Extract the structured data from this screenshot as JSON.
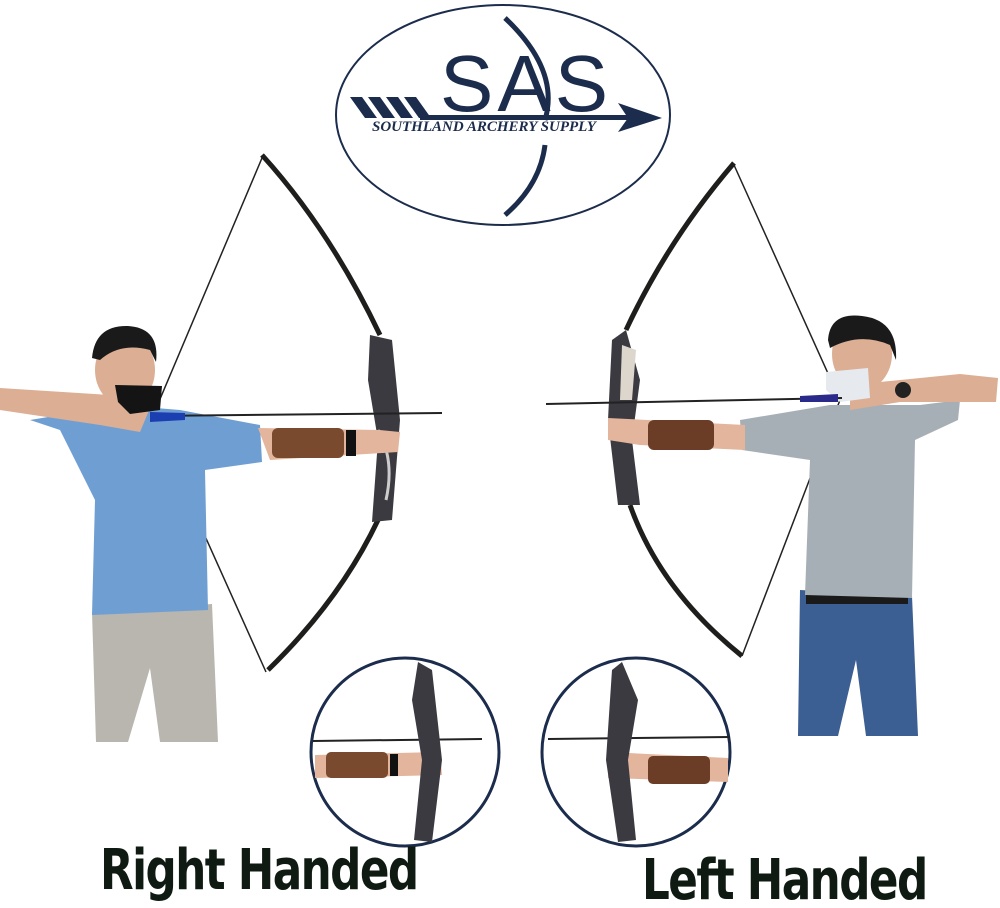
{
  "logo": {
    "monogram": "SAS",
    "company_name": "SOUTHLAND ARCHERY SUPPLY",
    "color": "#1c2c4c",
    "shape": "oval",
    "icon": "bow-and-arrow-icon"
  },
  "panels": [
    {
      "id": "right",
      "label": "Right Handed",
      "description": "Archer in blue shirt and gray pants drawing recurve bow, bow held in left hand",
      "shirt_color": "#6f9fd2",
      "pants_color": "#b8b6ae",
      "mask_color": "#141414",
      "arrow_fletching_color": "#1b3fb0",
      "detail_inset": "Close-up of left hand gripping riser with brown leather arm guard"
    },
    {
      "id": "left",
      "label": "Left Handed",
      "description": "Archer in gray henley and blue jeans drawing recurve bow, bow held in right hand",
      "shirt_color": "#a7afb6",
      "pants_color": "#3b5e93",
      "mask_color": "#e6eaee",
      "arrow_fletching_color": "#2a2a8a",
      "detail_inset": "Close-up of right hand gripping riser with brown leather arm guard"
    }
  ],
  "colors": {
    "background": "#ffffff",
    "label_text": "#0e1a12",
    "inset_ring": "#1c2c4c",
    "bow_limb": "#1e1e1c",
    "armguard": "#7a4a2e"
  }
}
